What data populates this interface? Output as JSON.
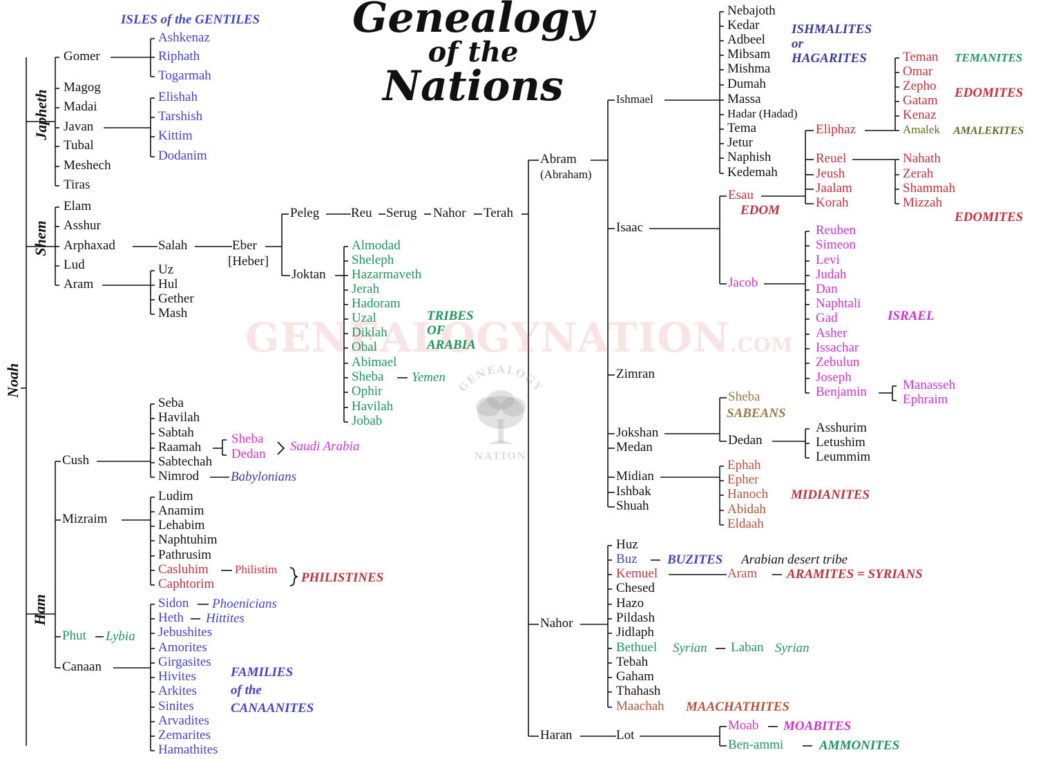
{
  "title": {
    "line1": "Genealogy",
    "line2": "of the",
    "line3": "Nations"
  },
  "watermark": {
    "text": "GENEALOGYNATION",
    "suffix": ".COM",
    "seal_text_top": "GENEALOGY",
    "seal_text_bottom": "NATION"
  },
  "colors": {
    "black": "#111111",
    "blue": "#4343c8",
    "green": "#22935a",
    "magenta": "#cc33cc",
    "red": "#c0303c",
    "rust": "#b5523a",
    "tan": "#9a7a44",
    "olive": "#5a6e22",
    "navy": "#3a3a9c",
    "line": "#111111"
  },
  "noah": {
    "root": "Noah",
    "sons": {
      "japheth": "Japheth",
      "shem": "Shem",
      "ham": "Ham"
    },
    "japheth_line": {
      "sons": [
        "Gomer",
        "Magog",
        "Madai",
        "Javan",
        "Tubal",
        "Meshech",
        "Tiras"
      ],
      "gomer_sons": [
        "Ashkenaz",
        "Riphath",
        "Togarmah"
      ],
      "javan_sons": [
        "Elishah",
        "Tarshish",
        "Kittim",
        "Dodanim"
      ],
      "isles_label": "ISLES of the GENTILES"
    },
    "shem_line": {
      "sons": [
        "Elam",
        "Asshur",
        "Arphaxad",
        "Lud",
        "Aram"
      ],
      "salah": "Salah",
      "eber": "Eber",
      "eber_alt": "[Heber]",
      "aram_sons": [
        "Uz",
        "Hul",
        "Gether",
        "Mash"
      ],
      "peleg": "Peleg",
      "reu": "Reu",
      "serug": "Serug",
      "nahor": "Nahor",
      "terah": "Terah",
      "joktan": "Joktan",
      "joktan_sons": [
        "Almodad",
        "Sheleph",
        "Hazarmaveth",
        "Jerah",
        "Hadoram",
        "Uzal",
        "Diklah",
        "Obal",
        "Abimael",
        "Sheba",
        "Ophir",
        "Havilah",
        "Jobab"
      ],
      "sheba_place": "Yemen",
      "tribes_label": [
        "TRIBES",
        "OF",
        "ARABIA"
      ]
    },
    "ham_line": {
      "sons": [
        "Cush",
        "Mizraim",
        "Phut",
        "Canaan"
      ],
      "phut_place": "Lybia",
      "cush_sons": [
        "Seba",
        "Havilah",
        "Sabtah",
        "Raamah",
        "Sabtechah",
        "Nimrod"
      ],
      "raamah_sons": [
        "Sheba",
        "Dedan"
      ],
      "saudi": "Saudi Arabia",
      "babylonians": "Babylonians",
      "mizraim_sons": [
        "Ludim",
        "Anamim",
        "Lehabim",
        "Naphtuhim",
        "Pathrusim",
        "Casluhim",
        "Caphtorim"
      ],
      "philistim": "Philistim",
      "philistines": "PHILISTINES",
      "canaan_sons": [
        "Sidon",
        "Heth",
        "Jebushites",
        "Amorites",
        "Girgasites",
        "Hivites",
        "Arkites",
        "Sinites",
        "Arvadites",
        "Zemarites",
        "Hamathites"
      ],
      "phoenicians": "Phoenicians",
      "hittites": "Hittites",
      "families_label": [
        "FAMILIES",
        "of the",
        "CANAANITES"
      ]
    }
  },
  "terah_line": {
    "abram": "Abram",
    "abraham": "(Abraham)",
    "nahor": "Nahor",
    "haran": "Haran",
    "abram_sons": [
      "Ishmael",
      "Isaac",
      "Zimran",
      "Jokshan",
      "Medan",
      "Midian",
      "Ishbak",
      "Shuah"
    ],
    "ishmael_sons": [
      "Nebajoth",
      "Kedar",
      "Adbeel",
      "Mibsam",
      "Mishma",
      "Dumah",
      "Massa",
      "Hadar (Hadad)",
      "Tema",
      "Jetur",
      "Naphish",
      "Kedemah"
    ],
    "ishmaelites_label": [
      "ISHMALITES",
      "or",
      "HAGARITES"
    ],
    "esau": "Esau",
    "edom": "EDOM",
    "jacob": "Jacob",
    "esau_sons": [
      "Eliphaz",
      "Reuel",
      "Jeush",
      "Jaalam",
      "Korah"
    ],
    "eliphaz_sons": [
      "Teman",
      "Omar",
      "Zepho",
      "Gatam",
      "Kenaz",
      "Amalek"
    ],
    "temanites": "TEMANITES",
    "edomites": "EDOMITES",
    "amalekites": "AMALEKITES",
    "reuel_sons": [
      "Nahath",
      "Zerah",
      "Shammah",
      "Mizzah"
    ],
    "jacob_sons": [
      "Reuben",
      "Simeon",
      "Levi",
      "Judah",
      "Dan",
      "Naphtali",
      "Gad",
      "Asher",
      "Issachar",
      "Zebulun",
      "Joseph",
      "Benjamin"
    ],
    "israel": "ISRAEL",
    "joseph_sons": [
      "Manasseh",
      "Ephraim"
    ],
    "jokshan_sons": [
      "Sheba",
      "Dedan"
    ],
    "sabeans": "SABEANS",
    "dedan_sons": [
      "Asshurim",
      "Letushim",
      "Leummim"
    ],
    "midian_sons": [
      "Ephah",
      "Epher",
      "Hanoch",
      "Abidah",
      "Eldaah"
    ],
    "midianites": "MIDIANITES",
    "nahor_sons": [
      "Huz",
      "Buz",
      "Kemuel",
      "Chesed",
      "Hazo",
      "Pildash",
      "Jidlaph",
      "Bethuel",
      "Tebah",
      "Gaham",
      "Thahash",
      "Maachah"
    ],
    "buzites": "BUZITES",
    "arabian": "Arabian desert tribe",
    "aram": "Aram",
    "aramites": "ARAMITES = SYRIANS",
    "syrian": "Syrian",
    "laban": "Laban",
    "maachathites": "MAACHATHITES",
    "lot": "Lot",
    "lot_sons": [
      "Moab",
      "Ben-ammi"
    ],
    "moabites": "MOABITES",
    "ammonites": "AMMONITES"
  }
}
